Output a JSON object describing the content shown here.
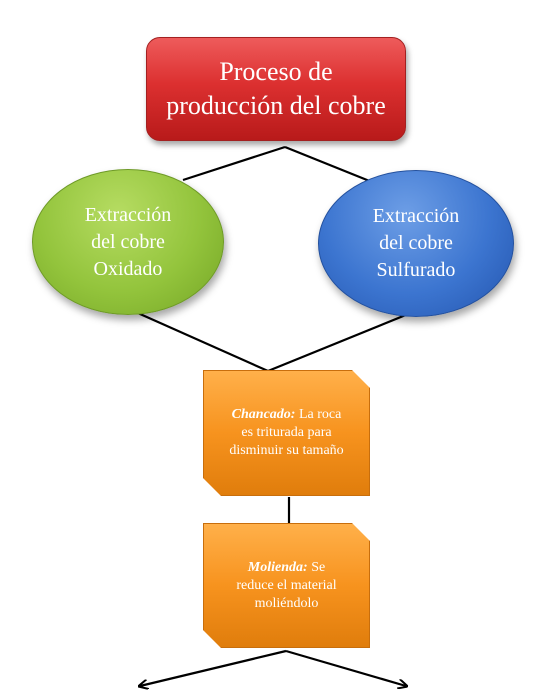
{
  "diagram": {
    "title": {
      "line1": "Proceso de",
      "line2": "producción del cobre"
    },
    "left_branch": {
      "line1": "Extracción",
      "line2": "del cobre",
      "line3": "Oxidado"
    },
    "right_branch": {
      "line1": "Extracción",
      "line2": "del cobre",
      "line3": "Sulfurado"
    },
    "step_chancado": {
      "term": "Chancado:",
      "line1_rest": " La roca",
      "line2": "es triturada para",
      "line3": "disminuir su tamaño"
    },
    "step_molienda": {
      "term": "Molienda:",
      "line1_rest": " Se",
      "line2": "reduce el material",
      "line3": "moliéndolo"
    }
  },
  "colors": {
    "title_box": "#dc3030",
    "oxidado": "#93c43c",
    "sulfurado": "#3c75d0",
    "steps": "#f7931e",
    "connector": "#000000"
  }
}
